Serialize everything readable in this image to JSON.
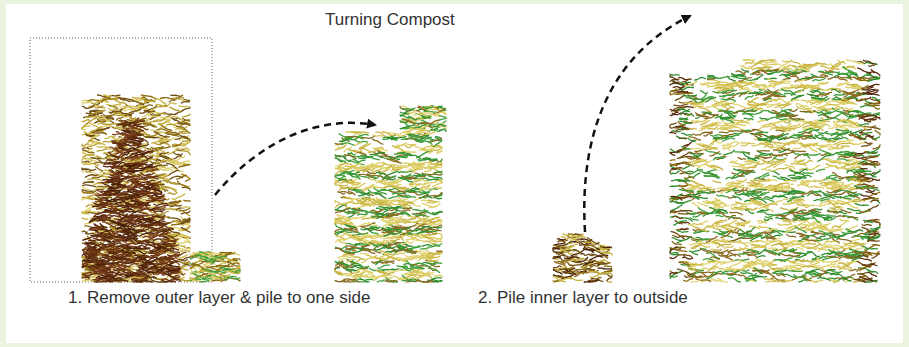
{
  "diagram": {
    "title": "Turning Compost",
    "labels": [
      "1. Remove outer layer & pile to one side",
      "2. Pile inner layer to outside"
    ]
  }
}
